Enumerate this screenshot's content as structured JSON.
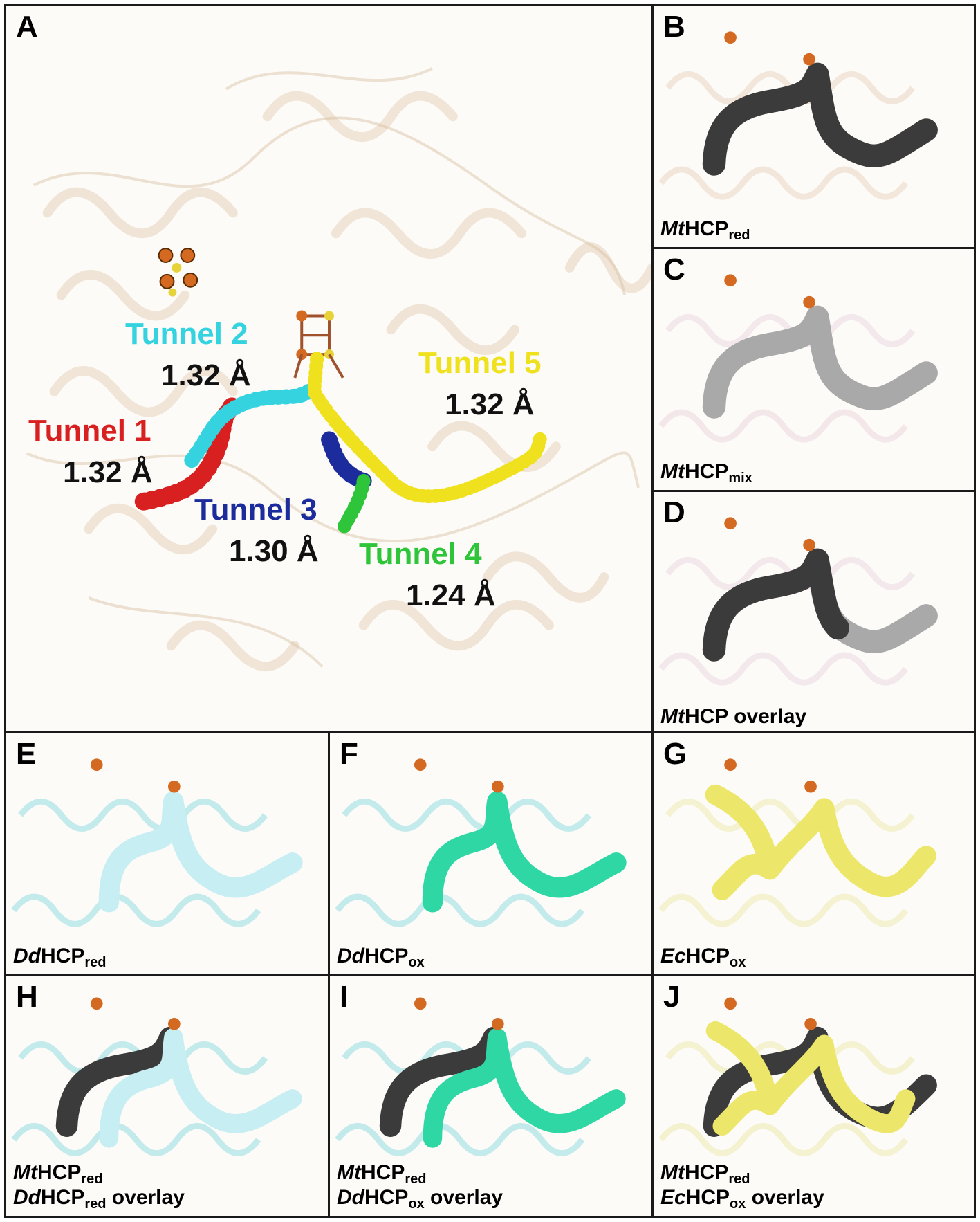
{
  "colors": {
    "protein_tan": "#e7d3bb",
    "protein_pink": "#ead5de",
    "protein_cyan": "#7fd6dd",
    "protein_yellow": "#ece9a8",
    "tunnel1": "#d92020",
    "tunnel2": "#34d3df",
    "tunnel3": "#1c2c9c",
    "tunnel4": "#2fc53a",
    "tunnel5": "#f0e11f",
    "mt_red": "#3b3b3b",
    "mt_mix": "#a9a9a9",
    "dd_red": "#c7eef2",
    "dd_ox": "#2fd7a5",
    "ec_ox": "#ece76a",
    "cluster": "#d46a22"
  },
  "panels": {
    "A": {
      "label": "A",
      "tunnels": [
        {
          "name": "Tunnel 1",
          "radius": "1.32 Å"
        },
        {
          "name": "Tunnel 2",
          "radius": "1.32 Å"
        },
        {
          "name": "Tunnel 3",
          "radius": "1.30 Å"
        },
        {
          "name": "Tunnel 4",
          "radius": "1.24 Å"
        },
        {
          "name": "Tunnel 5",
          "radius": "1.32 Å"
        }
      ]
    },
    "B": {
      "label": "B",
      "cap_it": "Mt",
      "cap_main": "HCP",
      "cap_sub": "red"
    },
    "C": {
      "label": "C",
      "cap_it": "Mt",
      "cap_main": "HCP",
      "cap_sub": "mix"
    },
    "D": {
      "label": "D",
      "cap_it": "Mt",
      "cap_main": "HCP overlay"
    },
    "E": {
      "label": "E",
      "cap_it": "Dd",
      "cap_main": "HCP",
      "cap_sub": "red"
    },
    "F": {
      "label": "F",
      "cap_it": "Dd",
      "cap_main": "HCP",
      "cap_sub": "ox"
    },
    "G": {
      "label": "G",
      "cap_it": "Ec",
      "cap_main": "HCP",
      "cap_sub": "ox"
    },
    "H": {
      "label": "H",
      "l1_it": "Mt",
      "l1_main": "HCP",
      "l1_sub": "red",
      "l2_it": "Dd",
      "l2_main": "HCP",
      "l2_sub": "red",
      "l2_tail": " overlay"
    },
    "I": {
      "label": "I",
      "l1_it": "Mt",
      "l1_main": "HCP",
      "l1_sub": "red",
      "l2_it": "Dd",
      "l2_main": "HCP",
      "l2_sub": "ox",
      "l2_tail": " overlay"
    },
    "J": {
      "label": "J",
      "l1_it": "Mt",
      "l1_main": "HCP",
      "l1_sub": "red",
      "l2_it": "Ec",
      "l2_main": "HCP",
      "l2_sub": "ox",
      "l2_tail": " overlay"
    }
  }
}
